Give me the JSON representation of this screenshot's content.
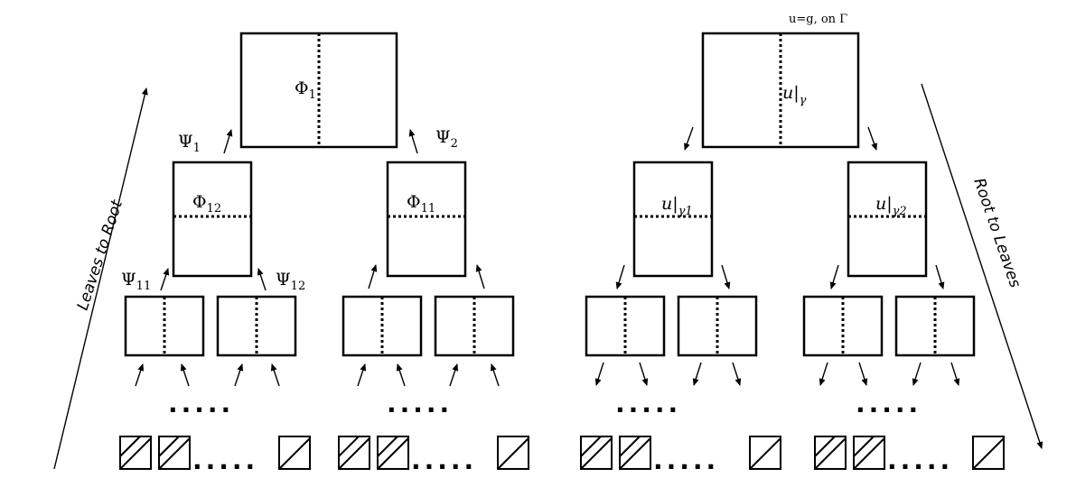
{
  "left_tree": {
    "axis_label": "Leaves to Root",
    "root_label": {
      "base": "Φ",
      "sub": "1"
    },
    "mid_labels": [
      {
        "base": "Φ",
        "sub": "12"
      },
      {
        "base": "Φ",
        "sub": "11"
      }
    ],
    "psi_labels": [
      {
        "base": "Ψ",
        "sub": "1"
      },
      {
        "base": "Ψ",
        "sub": "2"
      },
      {
        "base": "Ψ",
        "sub": "11"
      },
      {
        "base": "Ψ",
        "sub": "12"
      }
    ],
    "ellipsis_mid": ".....",
    "ellipsis_leaf": "....."
  },
  "right_tree": {
    "axis_label": "Root to Leaves",
    "top_label": "u=g, on Γ",
    "root_label": {
      "base": "u|",
      "sub": "γ"
    },
    "mid_labels": [
      {
        "base": "u|",
        "sub": "γ1"
      },
      {
        "base": "u|",
        "sub": "γ2"
      }
    ],
    "ellipsis_mid": ".....",
    "ellipsis_leaf": "....."
  }
}
